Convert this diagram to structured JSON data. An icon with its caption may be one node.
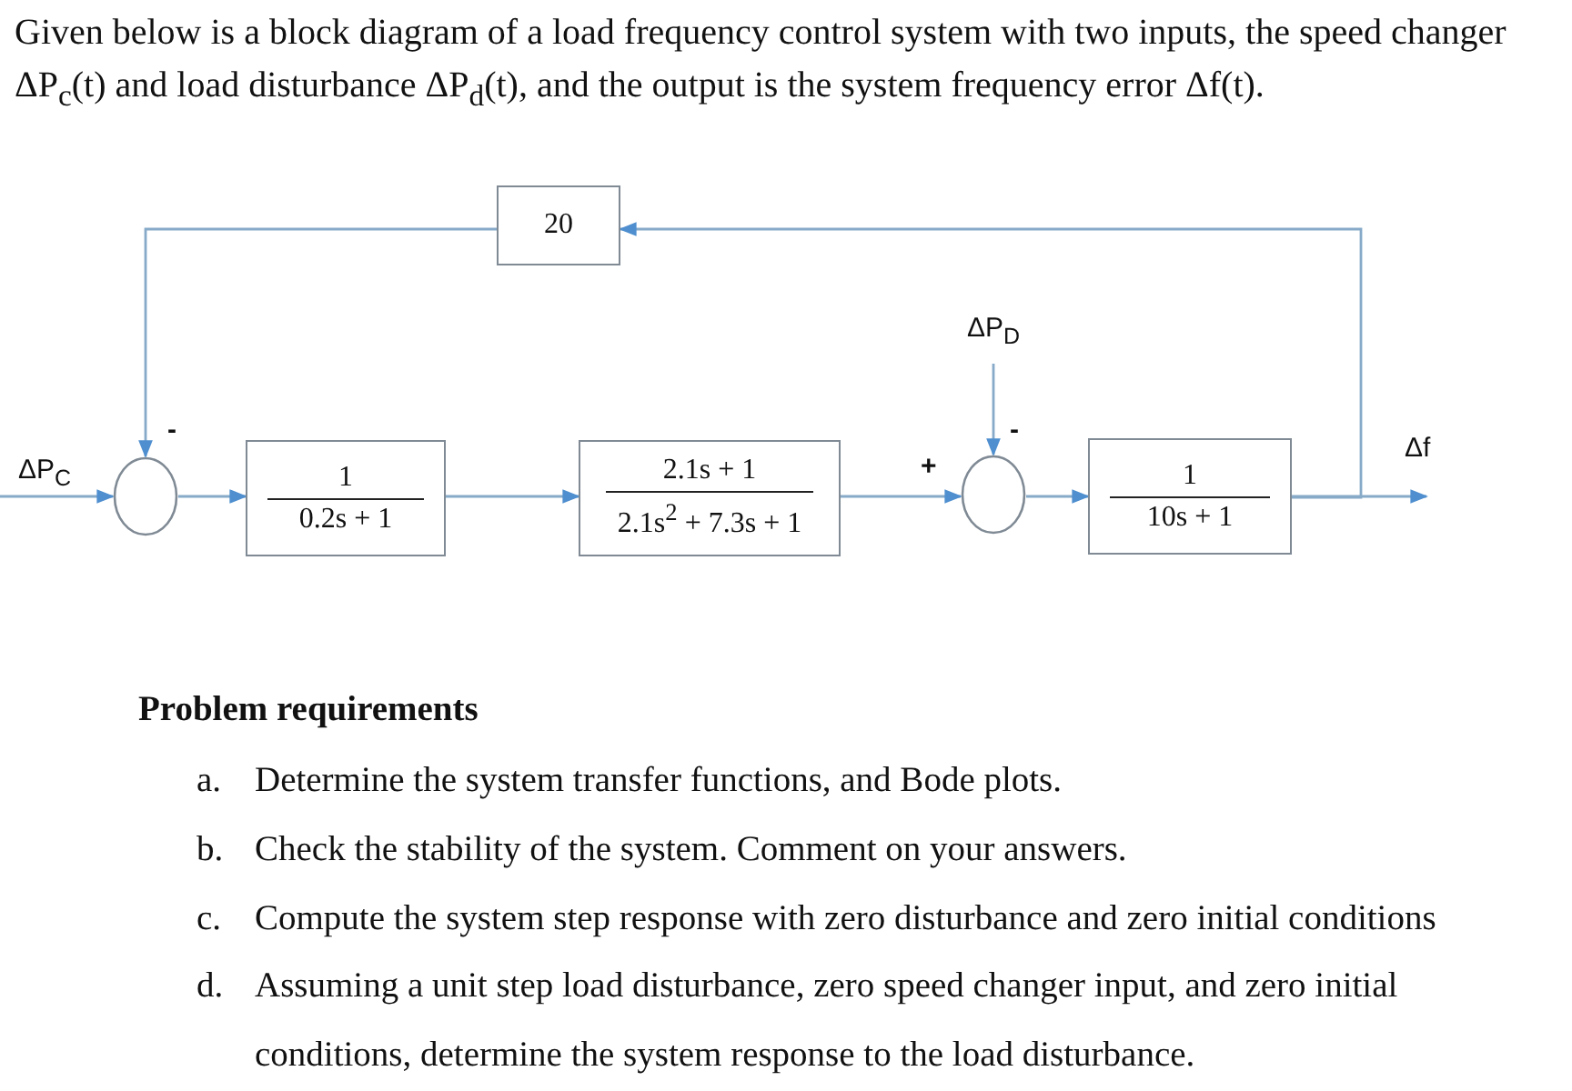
{
  "diagram": {
    "title": "Given below is a block diagram of a load frequency control system with two inputs, the speed changer ΔP$_{c}$(t) and load disturbance ΔP$_{d}$(t), and the output is the system frequency error Δf(t).",
    "nodes": [
      {
        "text": [],
        "shape": "circle",
        "beside": [
          "-"
        ]
      },
      {
        "text": [
          "1",
          "0.2s + 1"
        ]
      },
      {
        "text": [
          "2.1s + 1",
          "2.1s$^{2}$ + 7.3s + 1"
        ]
      },
      {
        "text": [],
        "shape": "circle",
        "beside": [
          "+",
          "-"
        ]
      },
      {
        "text": [
          "1",
          "10s + 1"
        ]
      },
      {
        "text": [
          "20"
        ]
      },
      {
        "text": [
          "ΔP$_{D}$"
        ]
      }
    ],
    "edges": [
      {
        "from": null,
        "to": 0,
        "arrow": "to",
        "label": "ΔP$_{C}$"
      },
      {
        "from": 0,
        "to": 1,
        "arrow": "to"
      },
      {
        "from": 1,
        "to": 2,
        "arrow": "to"
      },
      {
        "from": 2,
        "to": 3,
        "arrow": "to"
      },
      {
        "from": 6,
        "to": 3,
        "arrow": "to"
      },
      {
        "from": 3,
        "to": 4,
        "arrow": "to"
      },
      {
        "from": 4,
        "to": null,
        "arrow": "to",
        "label": "Δf"
      },
      {
        "from": 4,
        "to": 5,
        "arrow": "to"
      },
      {
        "from": 5,
        "to": 0,
        "arrow": "to"
      }
    ],
    "labels": [
      "Problem requirements",
      "a.",
      "Determine the system transfer functions, and Bode plots.",
      "b.",
      "Check the stability of the system. Comment on your answers.",
      "c.",
      "Compute the system step response with zero disturbance and zero initial conditions",
      "d.",
      "Assuming a unit step load disturbance, zero speed changer input, and zero initial conditions, determine the system response to the load disturbance."
    ]
  }
}
